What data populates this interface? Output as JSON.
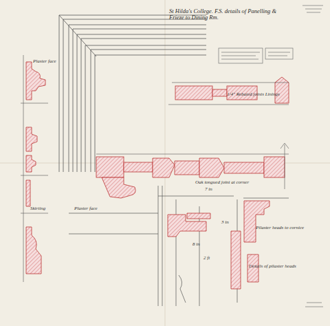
{
  "diagram": {
    "title": "St Hilda's College. F.S. details of Panelling & Frieze to Dining Rm.",
    "labels": [
      "Plaster face",
      "1/4\" Rebated joints Linings",
      "Oak tongued joint at corner",
      "7 in",
      "Plaster face",
      "Pilaster heads to cornice",
      "Details of pilaster heads",
      "8 in",
      "3 in",
      "Skirting",
      "2 ft"
    ]
  }
}
